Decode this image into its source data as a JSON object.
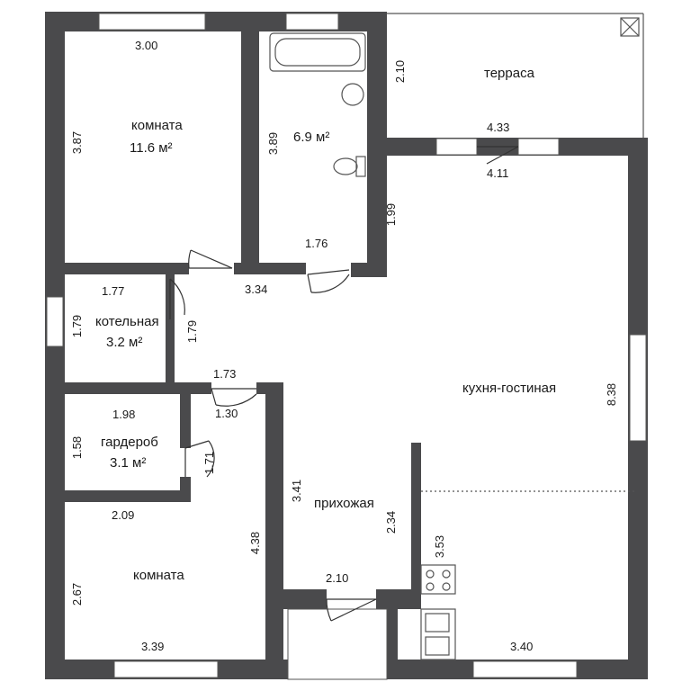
{
  "rooms": {
    "room1": {
      "name": "комната",
      "area": "11.6 м²",
      "w": "3.00",
      "h": "3.87"
    },
    "bath": {
      "area": "6.9 м²",
      "h": "3.89",
      "w": "1.76"
    },
    "terrace": {
      "name": "терраса",
      "h": "2.10",
      "w": "4.33"
    },
    "kitchen": {
      "name": "кухня-гостиная",
      "w_top": "4.11",
      "h_small": "1.99",
      "h": "8.38",
      "w_bottom": "3.40",
      "h_stove": "3.53"
    },
    "boiler": {
      "name": "котельная",
      "area": "3.2 м²",
      "w": "1.77",
      "h": "1.79",
      "door": "1.79"
    },
    "corridor": {
      "w": "3.34",
      "w2": "1.73",
      "w3": "1.30"
    },
    "wardrobe": {
      "name": "гардероб",
      "area": "3.1 м²",
      "w": "1.98",
      "h": "1.58",
      "door": "1.71"
    },
    "room2": {
      "name": "комната",
      "w_top": "2.09",
      "h_right": "4.38",
      "h": "2.67",
      "w": "3.39"
    },
    "hall": {
      "name": "прихожая",
      "h": "3.41",
      "h2": "2.34",
      "w": "2.10"
    }
  },
  "colors": {
    "wall": "#4a4a4c",
    "window": "#ffffff",
    "line": "#555555"
  }
}
